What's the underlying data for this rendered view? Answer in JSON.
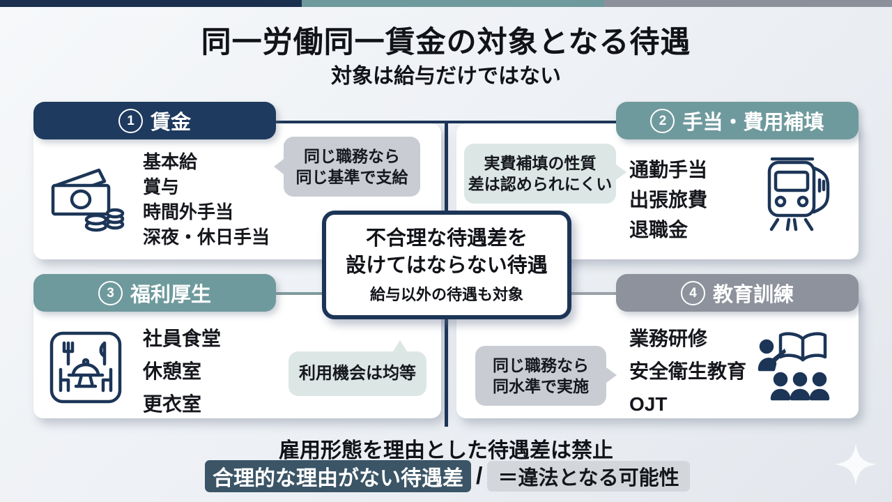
{
  "header": {
    "title": "同一労働同一賃金の対象となる待遇",
    "subtitle": "対象は給与だけではない"
  },
  "center_box": {
    "line1": "不合理な待遇差を",
    "line2": "設けてはならない待遇",
    "note": "給与以外の待遇も対象"
  },
  "cards": [
    {
      "number": "1",
      "title": "賃金",
      "items": [
        "基本給",
        "賞与",
        "時間外手当",
        "深夜・休日手当"
      ],
      "bubble": {
        "line1": "同じ職務なら",
        "line2": "同じ基準で支給"
      },
      "icon": "money-icon",
      "header_color": "#1e3a5f"
    },
    {
      "number": "2",
      "title": "手当・費用補填",
      "items": [
        "通勤手当",
        "出張旅費",
        "退職金"
      ],
      "bubble": {
        "line1": "実費補填の性質",
        "line2": "差は認められにくい"
      },
      "icon": "train-icon",
      "header_color": "#6f9a9d"
    },
    {
      "number": "3",
      "title": "福利厚生",
      "items": [
        "社員食堂",
        "休憩室",
        "更衣室"
      ],
      "bubble": {
        "line1": "利用機会は均等"
      },
      "icon": "cafeteria-icon",
      "header_color": "#6f9a9d"
    },
    {
      "number": "4",
      "title": "教育訓練",
      "items": [
        "業務研修",
        "安全衛生教育",
        "OJT"
      ],
      "bubble": {
        "line1": "同じ職務なら",
        "line2": "同水準で実施"
      },
      "icon": "training-icon",
      "header_color": "#8d929c"
    }
  ],
  "footer": {
    "rule": "雇用形態を理由とした待遇差は禁止",
    "badge_dark": "合理的な理由がない待遇差",
    "separator": "/",
    "badge_light": "＝違法となる可能性"
  },
  "colors": {
    "navy": "#1c3557",
    "teal": "#6f9a9d",
    "gray": "#8d929c",
    "stripe_navy": "#1b2f4e",
    "bubble_gray": "#c9cdd3",
    "bubble_teal": "#dce7e5",
    "badge_dark_bg": "#3b5566",
    "badge_light_bg": "#d3d6db",
    "background": "#eef1f5",
    "card_bg": "#ffffff"
  }
}
